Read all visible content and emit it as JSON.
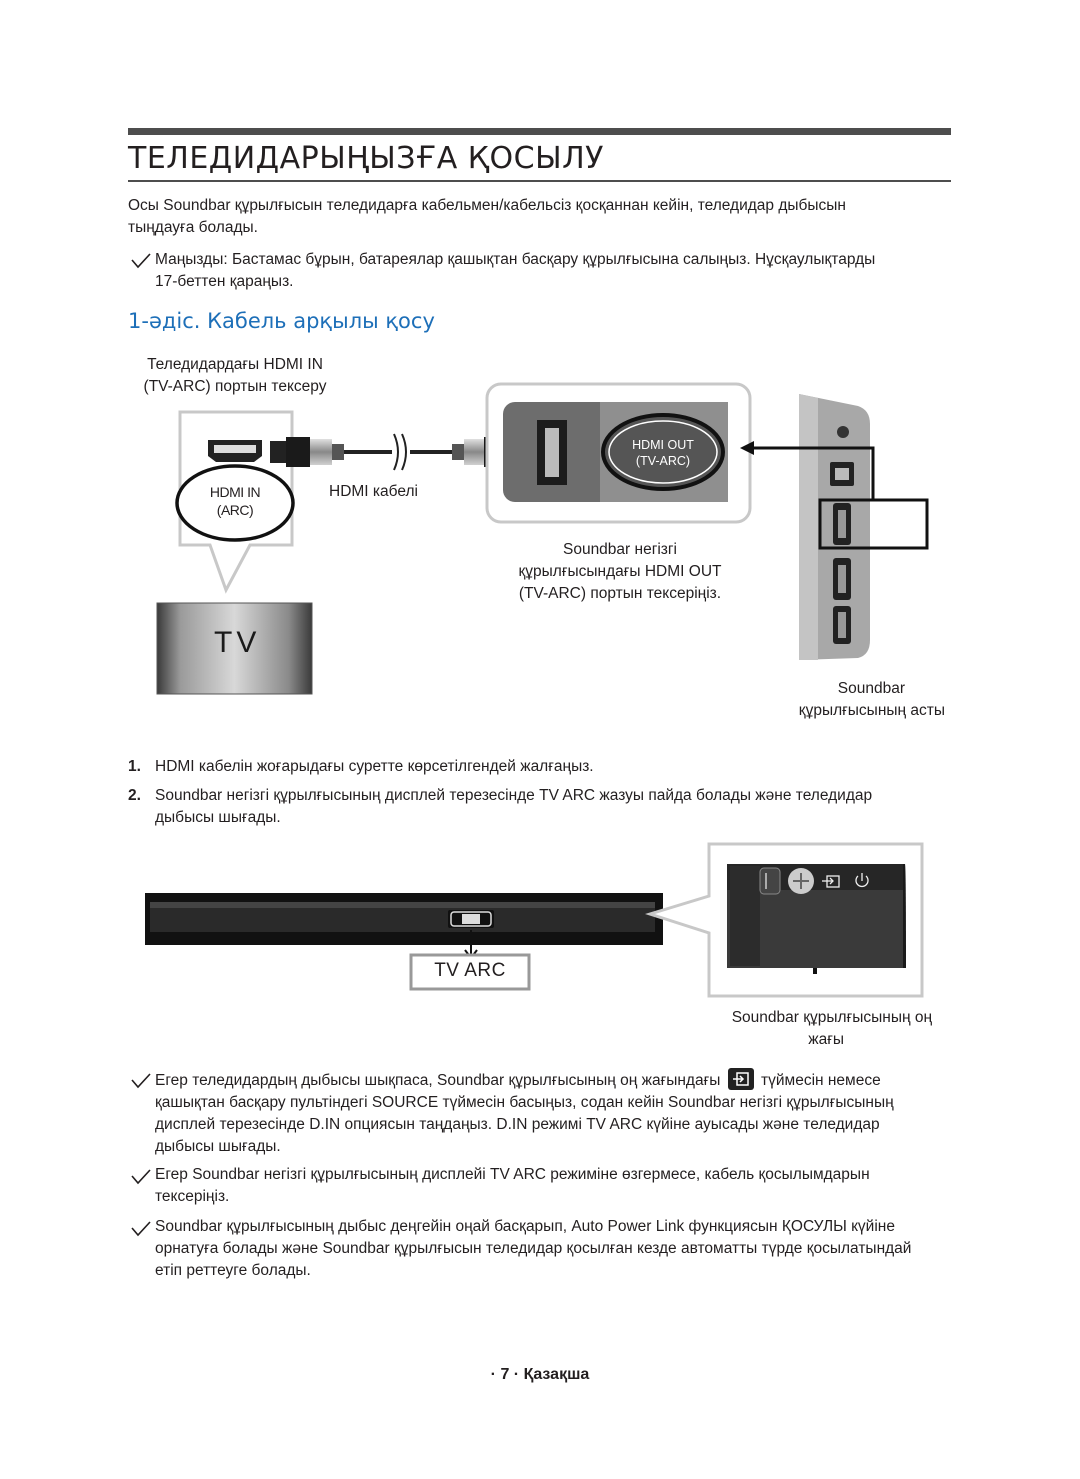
{
  "page": {
    "title": "ТЕЛЕДИДАРЫҢЫЗҒА ҚОСЫЛУ",
    "intro_line1": "Осы Soundbar құрылғысын теледидарға кабельмен/кабельсіз қосқаннан кейін, теледидар дыбысын",
    "intro_line2": "тыңдауға болады.",
    "note_line1": "Маңызды: Бастамас бұрын, батареялар қашықтан басқару құрылғысына салыңыз. Нұсқаулықтарды",
    "note_line2": "17-беттен қараңыз.",
    "section_title": "1-әдіс. Кабель арқылы қосу",
    "footer": "· 7 · Қазақша"
  },
  "diagram1": {
    "tv_check_line1": "Теледидардағы HDMI IN",
    "tv_check_line2": "(TV-ARC) портын тексеру",
    "hdmi_in_label1": "HDMI IN",
    "hdmi_in_label2": "(ARC)",
    "cable_label": "HDMI кабелі",
    "hdmi_out_label1": "HDMI OUT",
    "hdmi_out_label2": "(TV-ARC)",
    "soundbar_port_line1": "Soundbar негізгі",
    "soundbar_port_line2": "құрылғысындағы HDMI OUT",
    "soundbar_port_line3": "(TV-ARC) портын тексеріңіз.",
    "tv_label": "TV",
    "bottom_line1": "Soundbar",
    "bottom_line2": "құрылғысының асты"
  },
  "steps": [
    {
      "num": "1.",
      "line1": "HDMI кабелін жоғарыдағы суретте көрсетілгендей жалғаңыз.",
      "line2": ""
    },
    {
      "num": "2.",
      "line1": "Soundbar негізгі құрылғысының дисплей терезесінде TV ARC жазуы пайда болады және теледидар",
      "line2": "дыбысы шығады."
    }
  ],
  "diagram2": {
    "tv_arc_label": "TV ARC",
    "side_line1": "Soundbar құрылғысының оң",
    "side_line2": "жағы"
  },
  "notes": [
    {
      "lines": [
        "Егер теледидардың дыбысы шықпаса, Soundbar құрылғысының оң жағындағы",
        "түймесін немесе",
        "қашықтан басқару пультіндегі SOURCE түймесін басыңыз, содан кейін Soundbar негізгі құрылғысының",
        "дисплей терезесінде D.IN опциясын таңдаңыз. D.IN режимі TV ARC күйіне ауысады және теледидар",
        "дыбысы шығады."
      ]
    },
    {
      "lines": [
        "Егер Soundbar негізгі құрылғысының дисплейі TV ARC режиміне өзгермесе, кабель қосылымдарын",
        "тексеріңіз."
      ]
    },
    {
      "lines": [
        "Soundbar құрылғысының дыбыс деңгейін оңай басқарып, Auto Power Link функциясын ҚОСУЛЫ күйіне",
        "орнатуға болады және Soundbar құрылғысын теледидар қосылған кезде автоматты түрде қосылатындай",
        "етіп реттеуге болады."
      ]
    }
  ],
  "icons": {
    "check": "checkmark-icon",
    "source": "source-button-icon",
    "power": "power-icon",
    "input": "input-icon"
  },
  "colors": {
    "section_title": "#1d6fb8",
    "text": "#231f20",
    "rule": "#4d4d4d"
  }
}
